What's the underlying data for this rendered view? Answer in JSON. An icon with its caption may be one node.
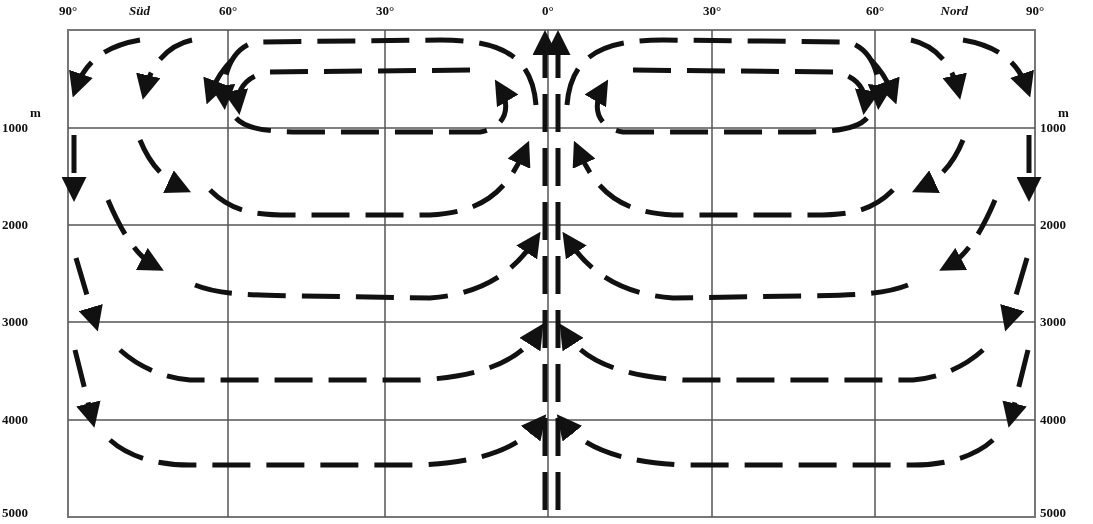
{
  "diagram": {
    "labels": [
      "90°",
      "Süd",
      "60°",
      "30°",
      "0°",
      "30°",
      "60°",
      "Nord",
      "90°",
      "m",
      "m",
      "1000",
      "1000",
      "2000",
      "2000",
      "3000",
      "3000",
      "4000",
      "4000",
      "5000",
      "5000"
    ]
  }
}
